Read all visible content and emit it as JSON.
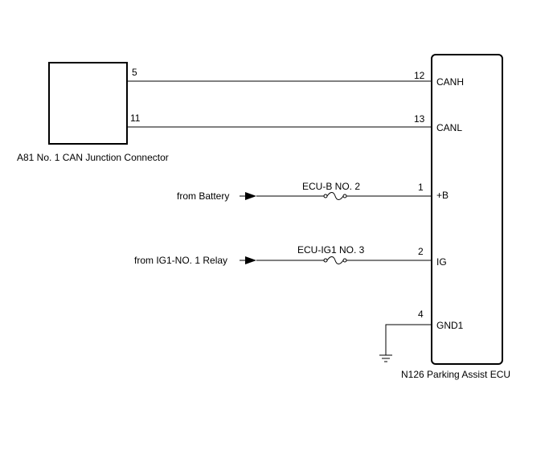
{
  "connector": {
    "label": "A81  No. 1 CAN Junction Connector",
    "pins": {
      "canh": "5",
      "canl": "11"
    }
  },
  "ecu": {
    "label": "N126 Parking Assist ECU",
    "pins": [
      {
        "number": "12",
        "name": "CANH"
      },
      {
        "number": "13",
        "name": "CANL"
      },
      {
        "number": "1",
        "name": "+B"
      },
      {
        "number": "2",
        "name": "IG"
      },
      {
        "number": "4",
        "name": "GND1"
      }
    ]
  },
  "supplies": [
    {
      "source": "from Battery",
      "fuse": "ECU-B NO. 2"
    },
    {
      "source": "from IG1-NO. 1 Relay",
      "fuse": "ECU-IG1 NO. 3"
    }
  ],
  "colors": {
    "line": "#000000",
    "background": "#ffffff"
  }
}
